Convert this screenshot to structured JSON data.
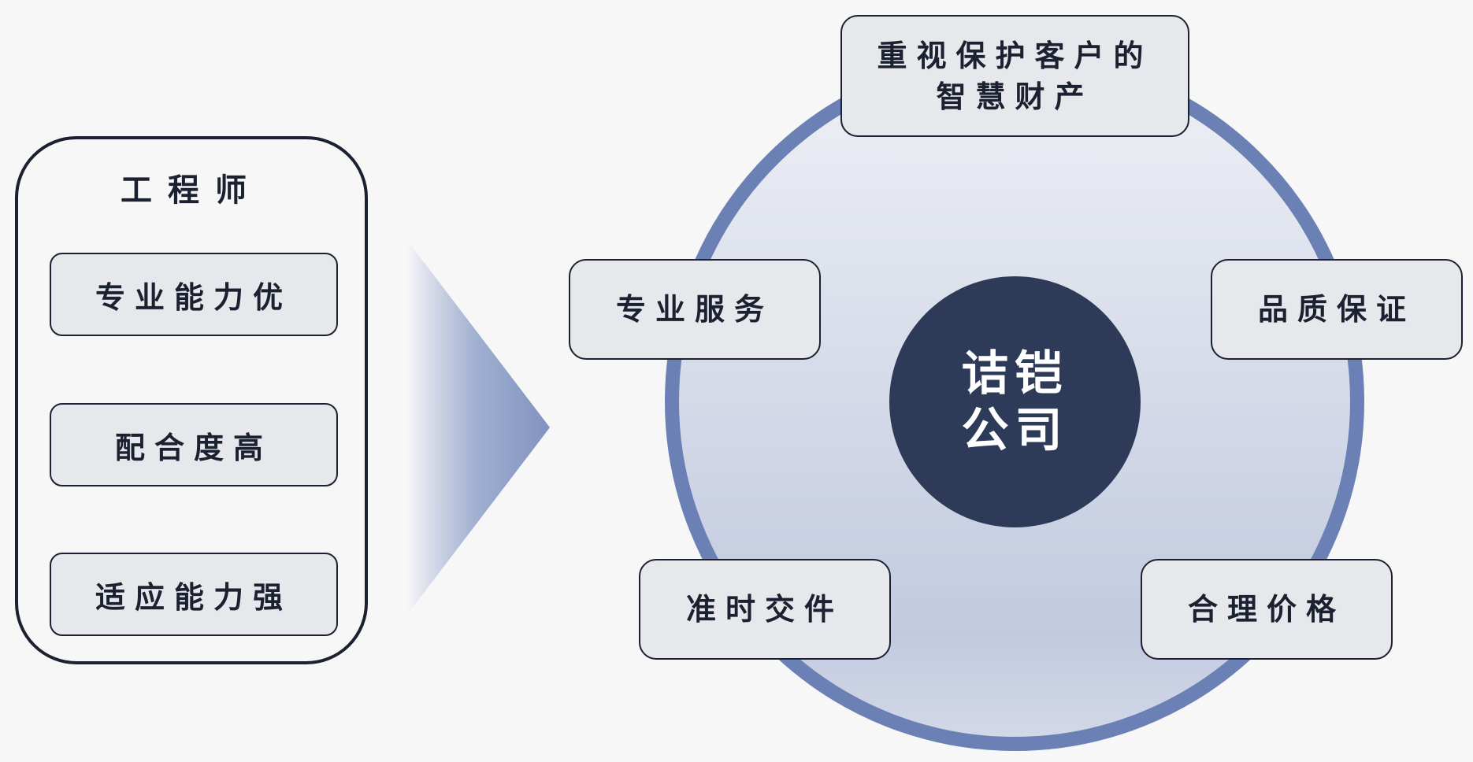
{
  "engineer": {
    "title": "工程师",
    "items": [
      "专业能力优",
      "配合度高",
      "适应能力强"
    ]
  },
  "company": {
    "name_line1": "诘铠",
    "name_line2": "公司",
    "nodes": {
      "top_line1": "重视保护客户的",
      "top_line2": "智慧财产",
      "left": "专业服务",
      "right": "品质保证",
      "bottom_left": "准时交件",
      "bottom_right": "合理价格"
    }
  },
  "colors": {
    "ring": "#6b80b4",
    "core": "#2d3a58",
    "box": "#e6e8ec",
    "outline": "#1b2130"
  }
}
